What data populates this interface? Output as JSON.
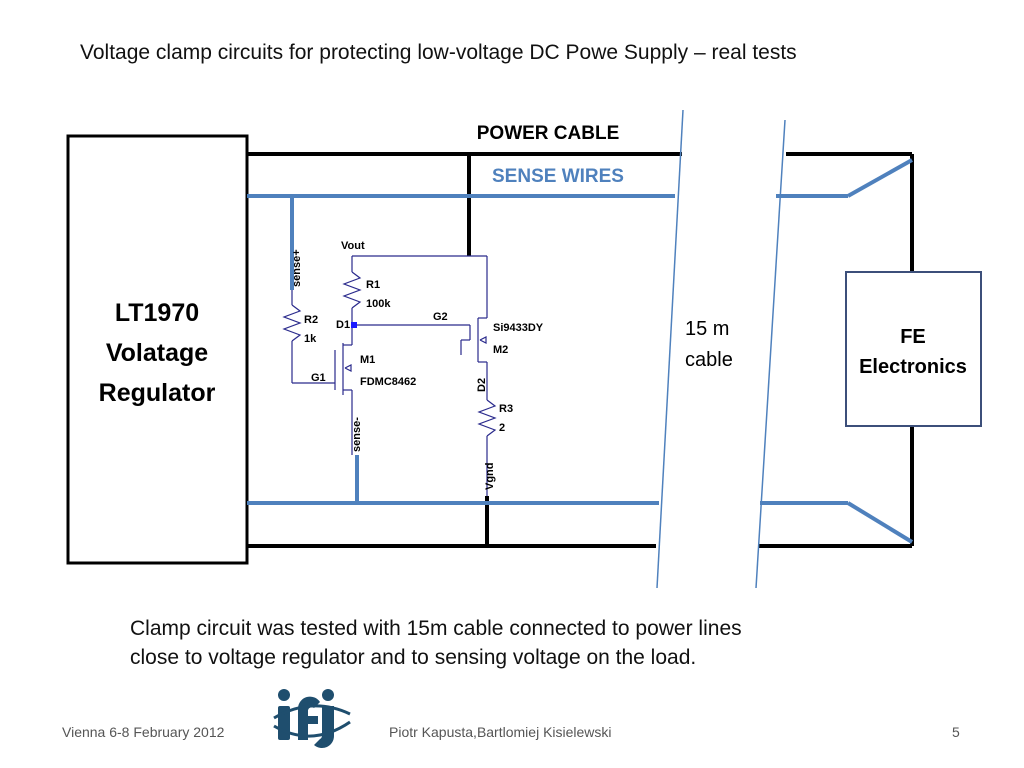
{
  "slide": {
    "title": "Voltage clamp circuits for protecting low-voltage DC Powe Supply – real tests",
    "caption_line1": "Clamp circuit was tested with 15m cable  connected to power lines",
    "caption_line2": "close to voltage regulator  and to  sensing voltage on the load.",
    "footer_left": "Vienna 6-8 February 2012",
    "footer_center": "Piotr Kapusta,Bartlomiej Kisielewski",
    "page_number": "5"
  },
  "diagram": {
    "regulator": {
      "line1": "LT1970",
      "line2": "Volatage",
      "line3": "Regulator"
    },
    "load": {
      "line1": "FE",
      "line2": "Electronics"
    },
    "power_cable_label": "POWER CABLE",
    "sense_wires_label": "SENSE WIRES",
    "cable_length_line1": "15 m",
    "cable_length_line2": "cable",
    "nodes": {
      "vout": "Vout",
      "sense_plus": "sense+",
      "sense_minus": "sense-",
      "vgnd": "Vgnd",
      "g1": "G1",
      "g2": "G2",
      "d1": "D1",
      "d2": "D2"
    },
    "components": {
      "r1_ref": "R1",
      "r1_value": "100k",
      "r2_ref": "R2",
      "r2_value": "1k",
      "r3_ref": "R3",
      "r3_value": "2",
      "m1_ref": "M1",
      "m1_part": "FDMC8462",
      "m2_ref": "M2",
      "m2_part": "Si9433DY"
    },
    "colors": {
      "power": "#000000",
      "sense": "#4f81bd",
      "schematic": "#2a2a8c",
      "junction": "#1a1aff",
      "logo": "#1f4e6e"
    }
  }
}
